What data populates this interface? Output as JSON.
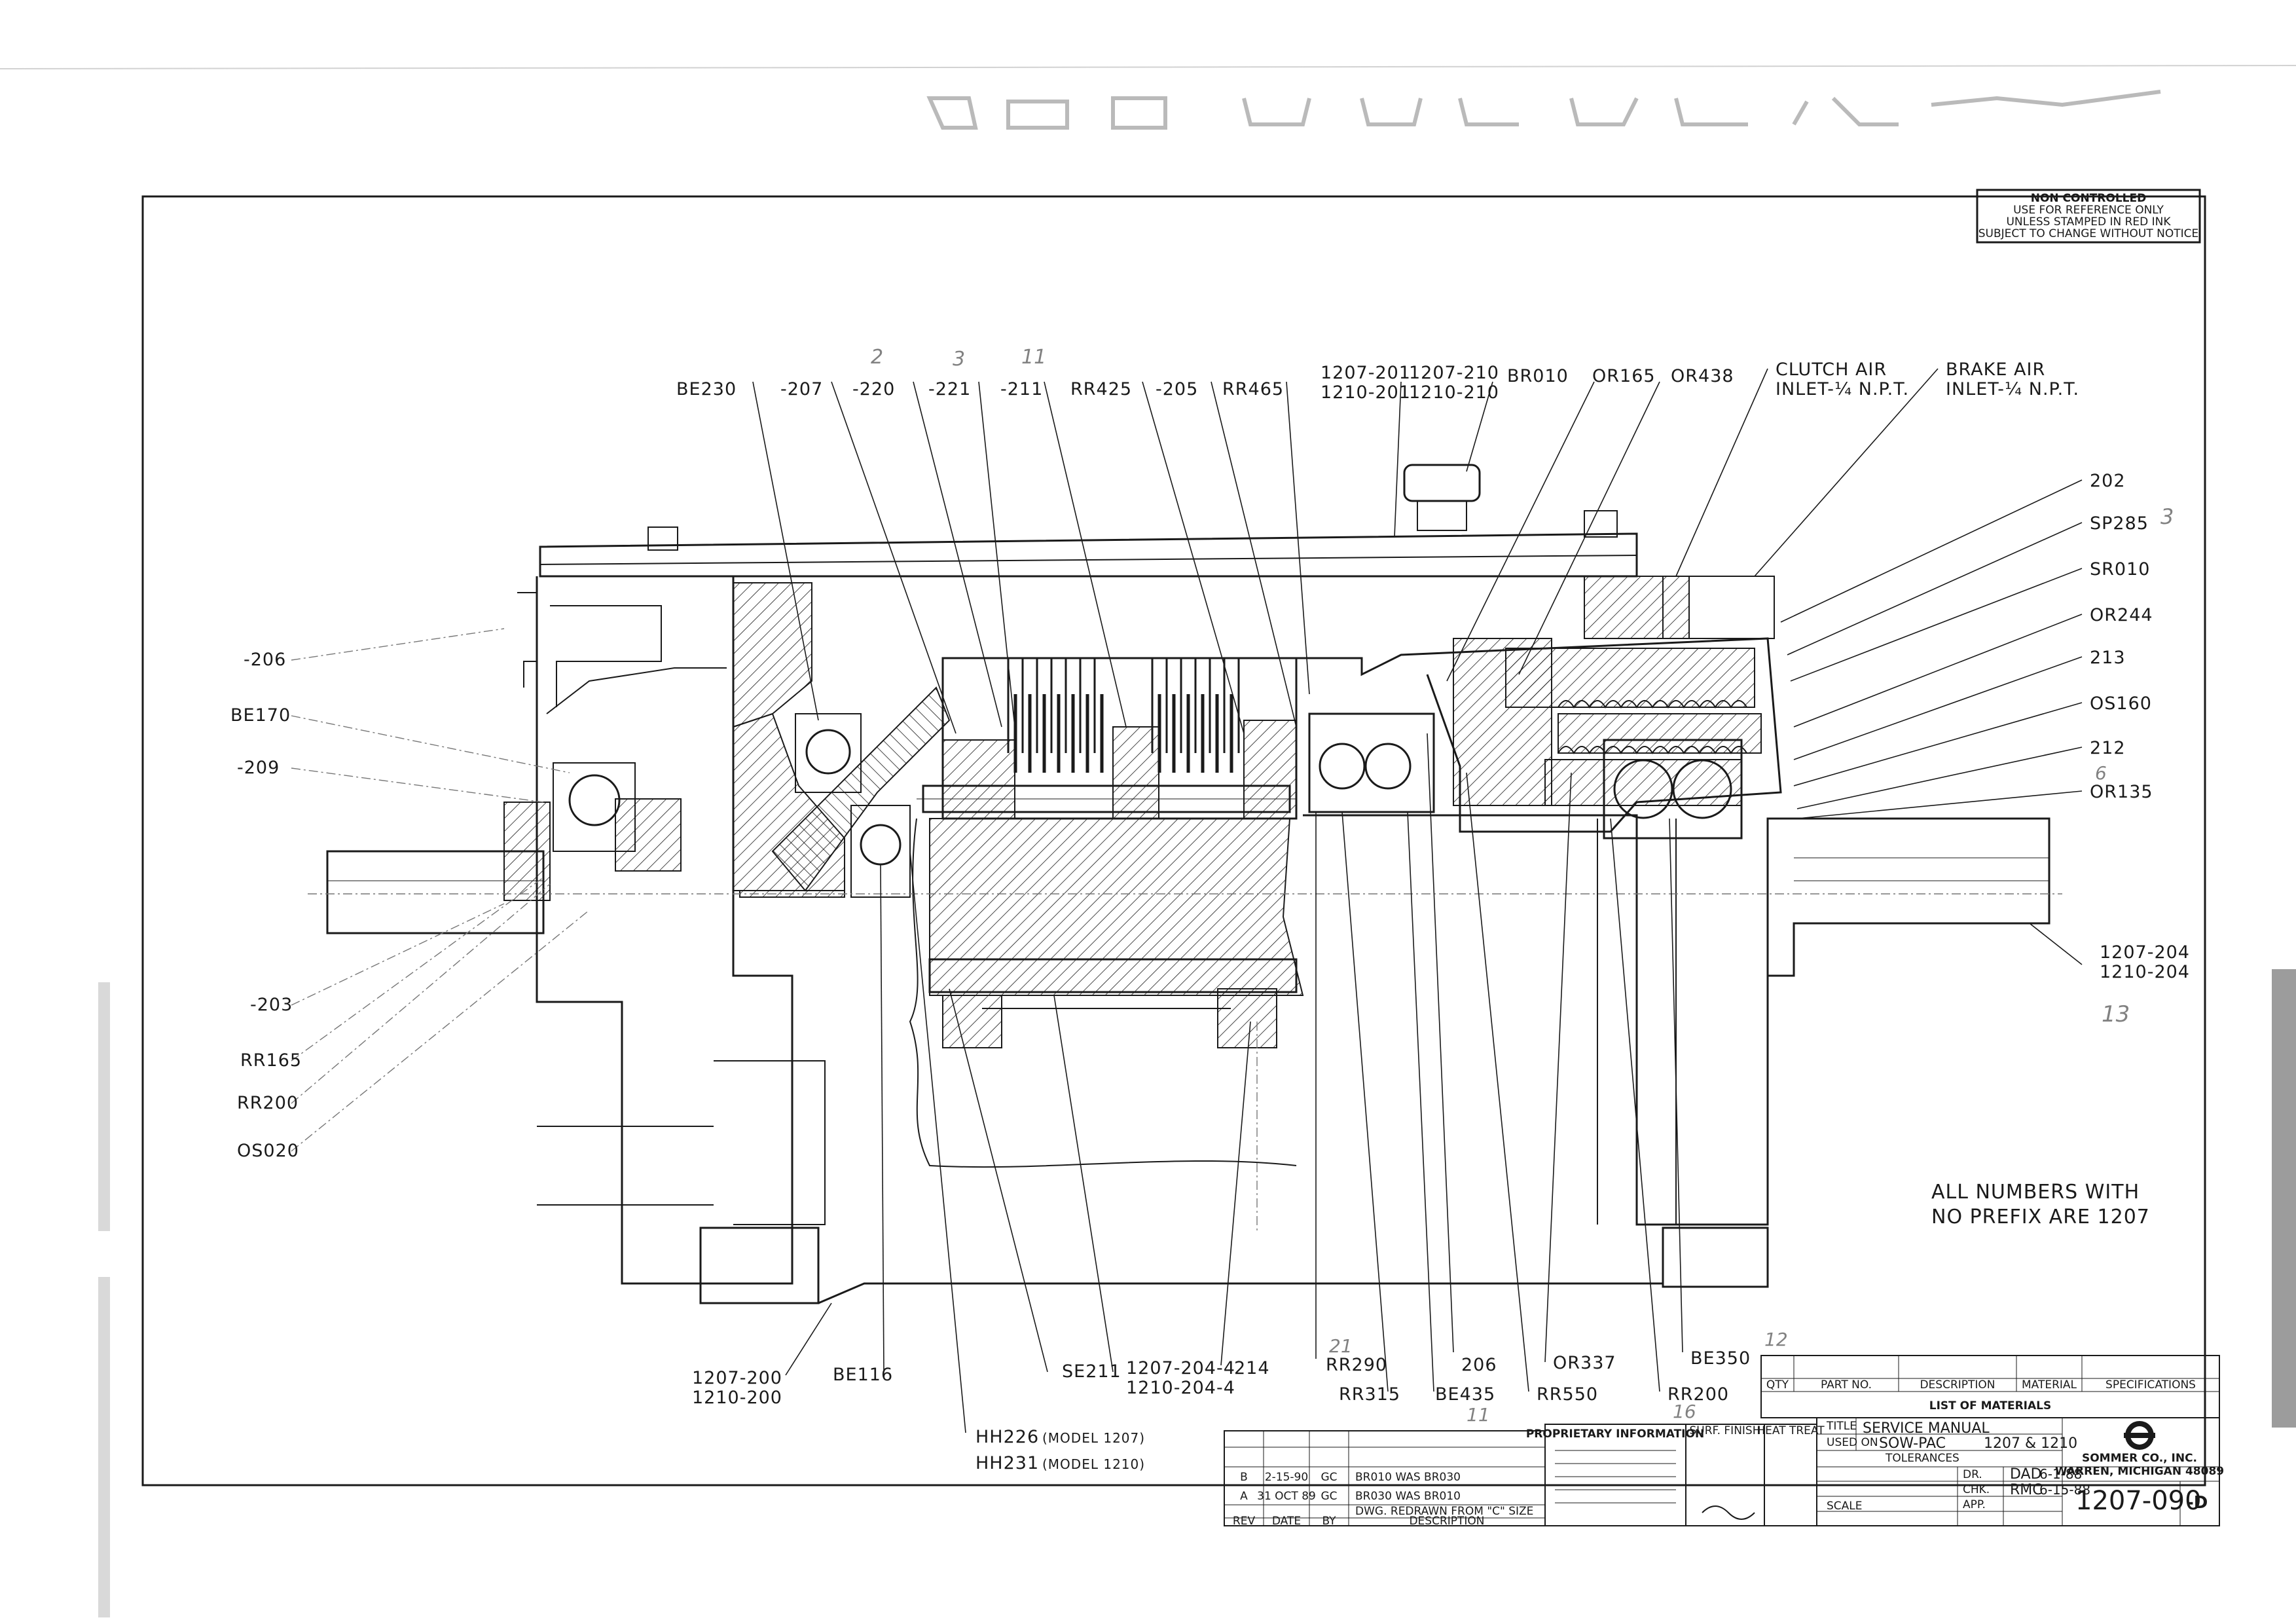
{
  "drawing": {
    "part_labels": {
      "be230": "BE230",
      "p207": "-207",
      "p220": "-220",
      "p221": "-221",
      "p211": "-211",
      "rr425": "RR425",
      "p205": "-205",
      "rr465": "RR465",
      "p1207_201": "1207-201",
      "p1210_201": "1210-201",
      "p1207_210": "1207-210",
      "p1210_210": "1210-210",
      "br010": "BR010",
      "or165": "OR165",
      "or438": "OR438",
      "clutch_air_1": "CLUTCH AIR",
      "clutch_air_2": "INLET-¼ N.P.T.",
      "brake_air_1": "BRAKE AIR",
      "brake_air_2": "INLET-¼ N.P.T.",
      "p202": "202",
      "sp285": "SP285",
      "sr010": "SR010",
      "or244": "OR244",
      "p213": "213",
      "os160": "OS160",
      "p212": "212",
      "or135": "OR135",
      "p1207_204": "1207-204",
      "p1210_204": "1210-204",
      "p206_left": "-206",
      "be170": "BE170",
      "p209": "-209",
      "p203": "-203",
      "rr165": "RR165",
      "rr200_left": "RR200",
      "os020": "OS020",
      "p1207_200": "1207-200",
      "p1210_200": "1210-200",
      "be116": "BE116",
      "hh226": "HH226",
      "hh226_model": "(MODEL 1207)",
      "hh231": "HH231",
      "hh231_model": "(MODEL 1210)",
      "se211": "SE211",
      "p1207_204_4": "1207-204-4",
      "p1210_204_4": "1210-204-4",
      "p214": "214",
      "rr290": "RR290",
      "rr315": "RR315",
      "be435": "BE435",
      "p206_bottom": "206",
      "rr550": "RR550",
      "or337": "OR337",
      "rr200_bottom": "RR200",
      "be350": "BE350"
    },
    "note_line_1": "ALL NUMBERS WITH",
    "note_line_2": "NO PREFIX ARE 1207",
    "handwritten": {
      "h1": "2",
      "h2": "3",
      "h3": "11",
      "h4": "3",
      "h5": "6",
      "h6": "13",
      "h7": "21",
      "h8": "16",
      "h9": "12",
      "h10": "11"
    }
  },
  "revisions": [
    {
      "rev": "B",
      "date": "2-15-90",
      "by": "GC",
      "description": "BR010 WAS BR030"
    },
    {
      "rev": "A",
      "date": "31 OCT 89",
      "by": "GC",
      "description": "BR030 WAS BR010"
    },
    {
      "rev": "",
      "date": "",
      "by": "",
      "description": "DWG. REDRAWN FROM \"C\" SIZE"
    }
  ],
  "revision_headers": {
    "rev": "REV",
    "date": "DATE",
    "by": "BY",
    "description": "DESCRIPTION"
  },
  "title_block": {
    "list_headers": {
      "qty": "QTY",
      "part_no": "PART NO.",
      "description": "DESCRIPTION",
      "material": "MATERIAL",
      "specifications": "SPECIFICATIONS"
    },
    "list_title": "LIST OF MATERIALS",
    "proprietary_title": "PROPRIETARY INFORMATION",
    "surf_finish": "SURF. FINISH",
    "heat_treat": "HEAT TREAT",
    "tolerances": "TOLERANCES",
    "title_label": "TITLE",
    "title": "SERVICE MANUAL",
    "used_on_label": "USED ON",
    "product": "SOW-PAC",
    "models": "1207 & 1210",
    "scale_label": "SCALE",
    "dr_label": "DR.",
    "drawn_by": "DAD",
    "drawn_date": "6-1-88",
    "chk_label": "CHK.",
    "checked_by": "RMC",
    "checked_date": "6-15-88",
    "app_label": "APP.",
    "company": "SOMMER CO., INC.",
    "address": "WARREN, MICHIGAN 48089",
    "drawing_number": "1207-090",
    "size": "-D"
  },
  "corner_box": {
    "title": "NON CONTROLLED",
    "lines": [
      "USE FOR REFERENCE ONLY",
      "UNLESS STAMPED IN RED INK",
      "SUBJECT TO CHANGE WITHOUT NOTICE"
    ]
  },
  "colors": {
    "ink": "#1a1a1a",
    "paper": "#ffffff"
  }
}
